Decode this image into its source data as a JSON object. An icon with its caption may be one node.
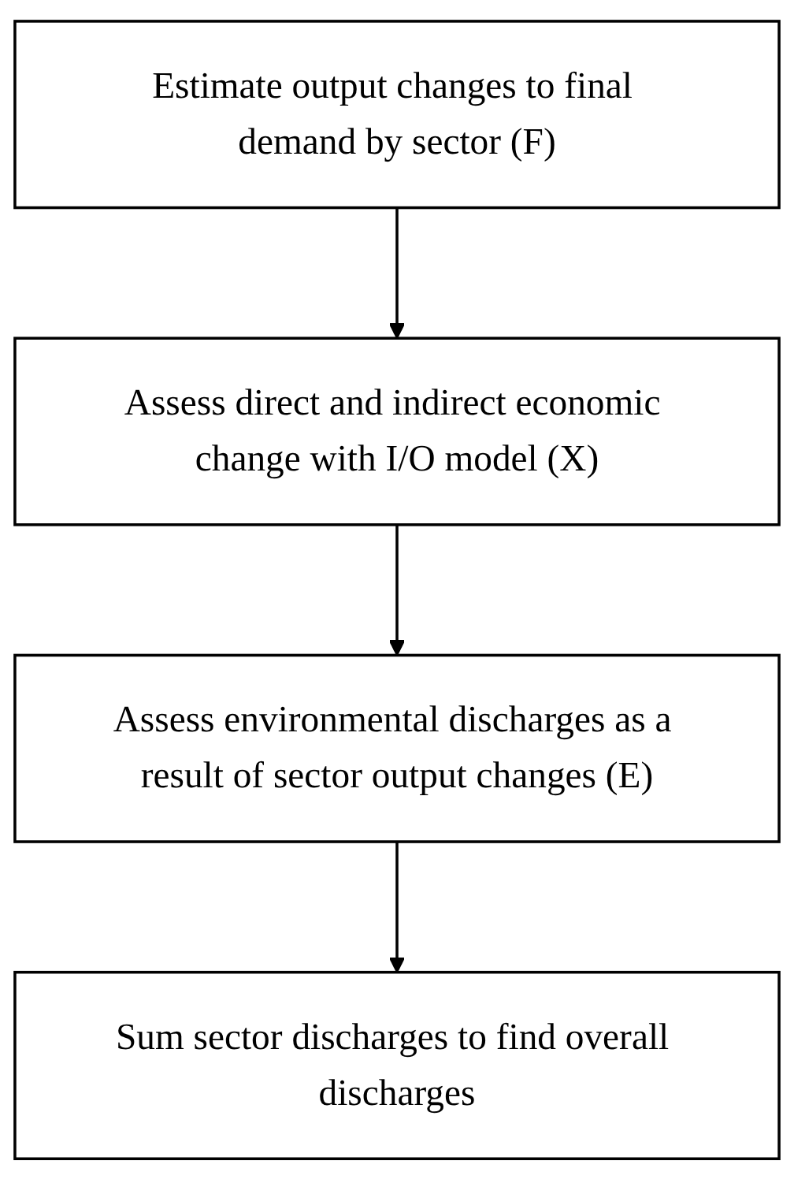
{
  "diagram": {
    "nodes": [
      {
        "text": [
          "Estimate output changes to final demand by sector (F)"
        ]
      },
      {
        "text": [
          "Assess direct and indirect economic change with I/O model (X)"
        ]
      },
      {
        "text": [
          "Assess environmental discharges as a result of sector output changes (E)"
        ]
      },
      {
        "text": [
          "Sum sector discharges to find overall discharges"
        ]
      }
    ],
    "edges": [
      {
        "from": 0,
        "to": 1,
        "arrow": "to"
      },
      {
        "from": 1,
        "to": 2,
        "arrow": "to"
      },
      {
        "from": 2,
        "to": 3,
        "arrow": "to"
      }
    ]
  }
}
